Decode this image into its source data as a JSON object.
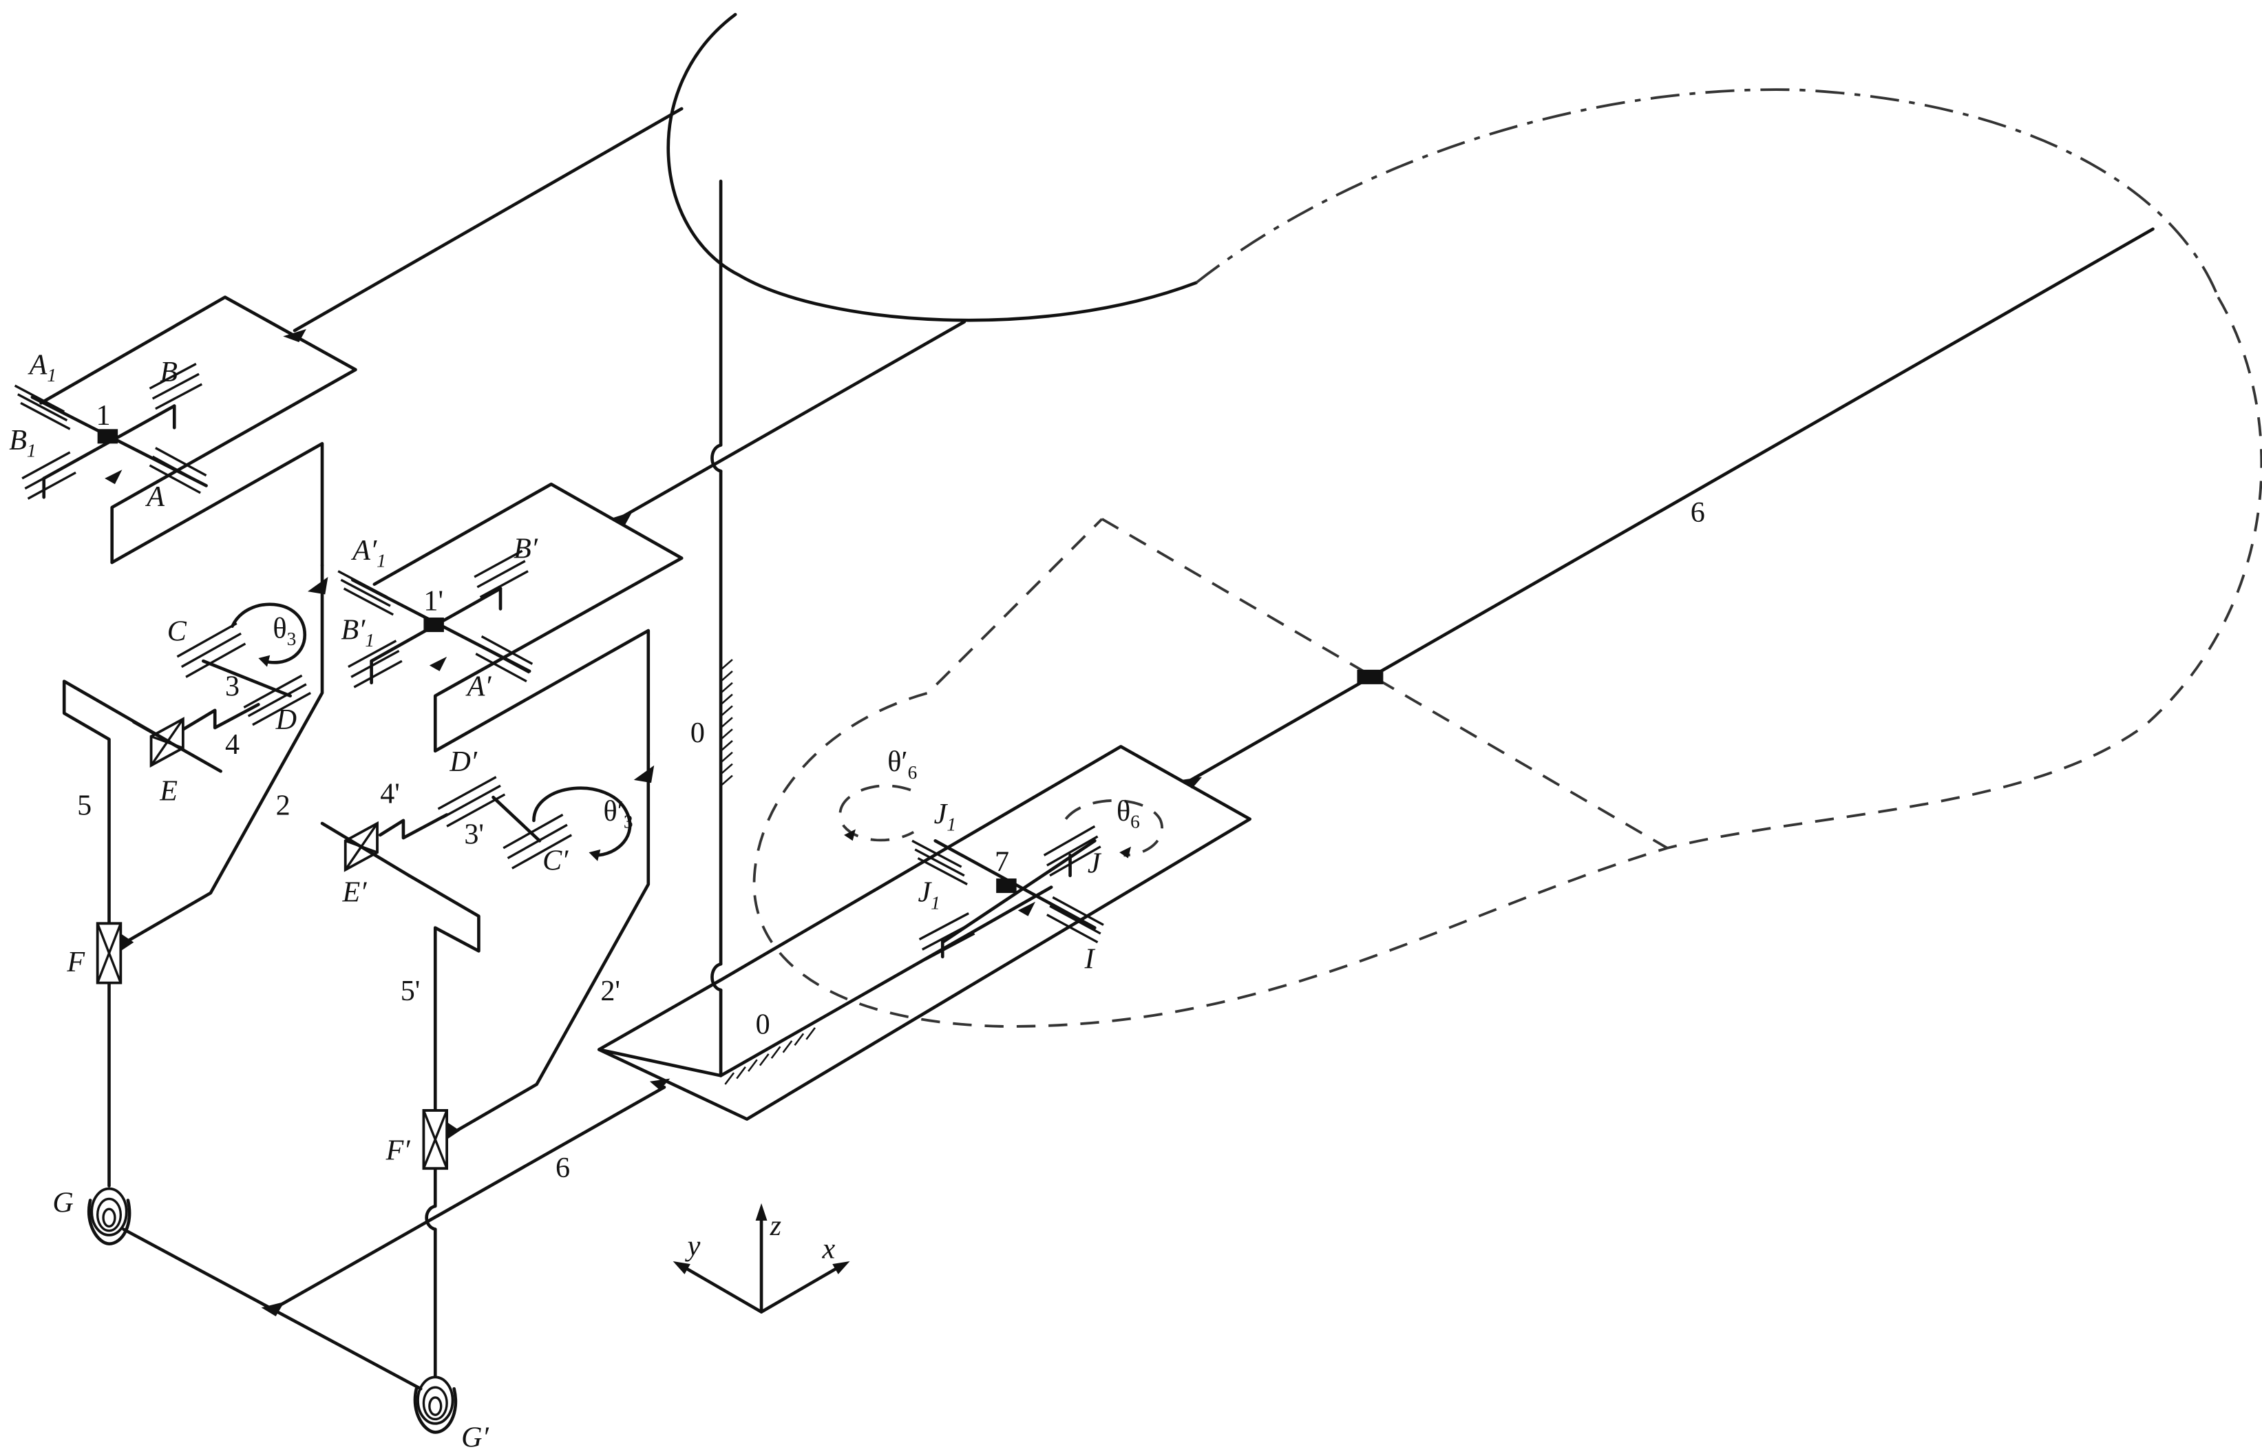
{
  "labels": {
    "body_0": "0",
    "base_0": "0",
    "ring_1": "1",
    "ring_1p": "1'",
    "link_2": "2",
    "link_2p": "2'",
    "link_3": "3",
    "link_3p": "3'",
    "link_4": "4",
    "link_4p": "4'",
    "link_5": "5",
    "link_5p": "5'",
    "leg_6_lower": "6",
    "leg_6_upper": "6",
    "ring_7": "7"
  },
  "joints": {
    "A": "A",
    "A_prime": "A′",
    "A1": "A",
    "A1_sub": "1",
    "A1_prime": "A′",
    "A1_prime_sub": "1",
    "B": "B",
    "B_prime": "B′",
    "B1": "B",
    "B1_sub": "1",
    "B1_prime": "B′",
    "B1_prime_sub": "1",
    "C": "C",
    "C_prime": "C′",
    "D": "D",
    "D_prime": "D′",
    "E": "E",
    "E_prime": "E′",
    "F": "F",
    "F_prime": "F′",
    "G": "G",
    "G_prime": "G′",
    "I": "I",
    "J": "J",
    "J1_top": "J",
    "J1_top_sub": "1",
    "J1_bottom": "J",
    "J1_bottom_sub": "1"
  },
  "angles": {
    "theta3": "θ",
    "theta3_sub": "3",
    "theta3_prime": "θ′",
    "theta3_prime_sub": "3",
    "theta6": "θ",
    "theta6_sub": "6",
    "theta6_prime": "θ′",
    "theta6_prime_sub": "6"
  },
  "axes": {
    "x": "x",
    "y": "y",
    "z": "z"
  }
}
